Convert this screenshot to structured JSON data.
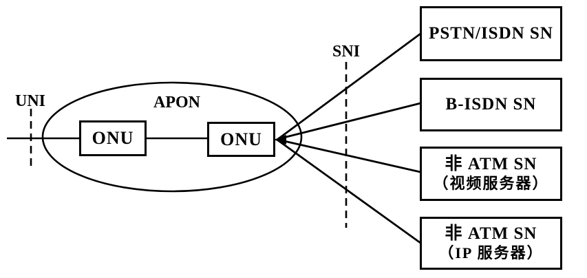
{
  "diagram": {
    "title_hint": "APON access network architecture",
    "background_color": "#ffffff",
    "ink_color": "#000000"
  },
  "labels": {
    "uni": "UNI",
    "apon": "APON",
    "sni": "SNI"
  },
  "onu_nodes": [
    {
      "label": "ONU"
    },
    {
      "label": "ONU"
    }
  ],
  "service_nodes": [
    {
      "lines": [
        "PSTN/ISDN SN"
      ]
    },
    {
      "lines": [
        "B-ISDN SN"
      ]
    },
    {
      "lines": [
        "非 ATM SN",
        "（视频服务器）"
      ]
    },
    {
      "lines": [
        "非 ATM SN",
        "（IP 服务器）"
      ]
    }
  ]
}
